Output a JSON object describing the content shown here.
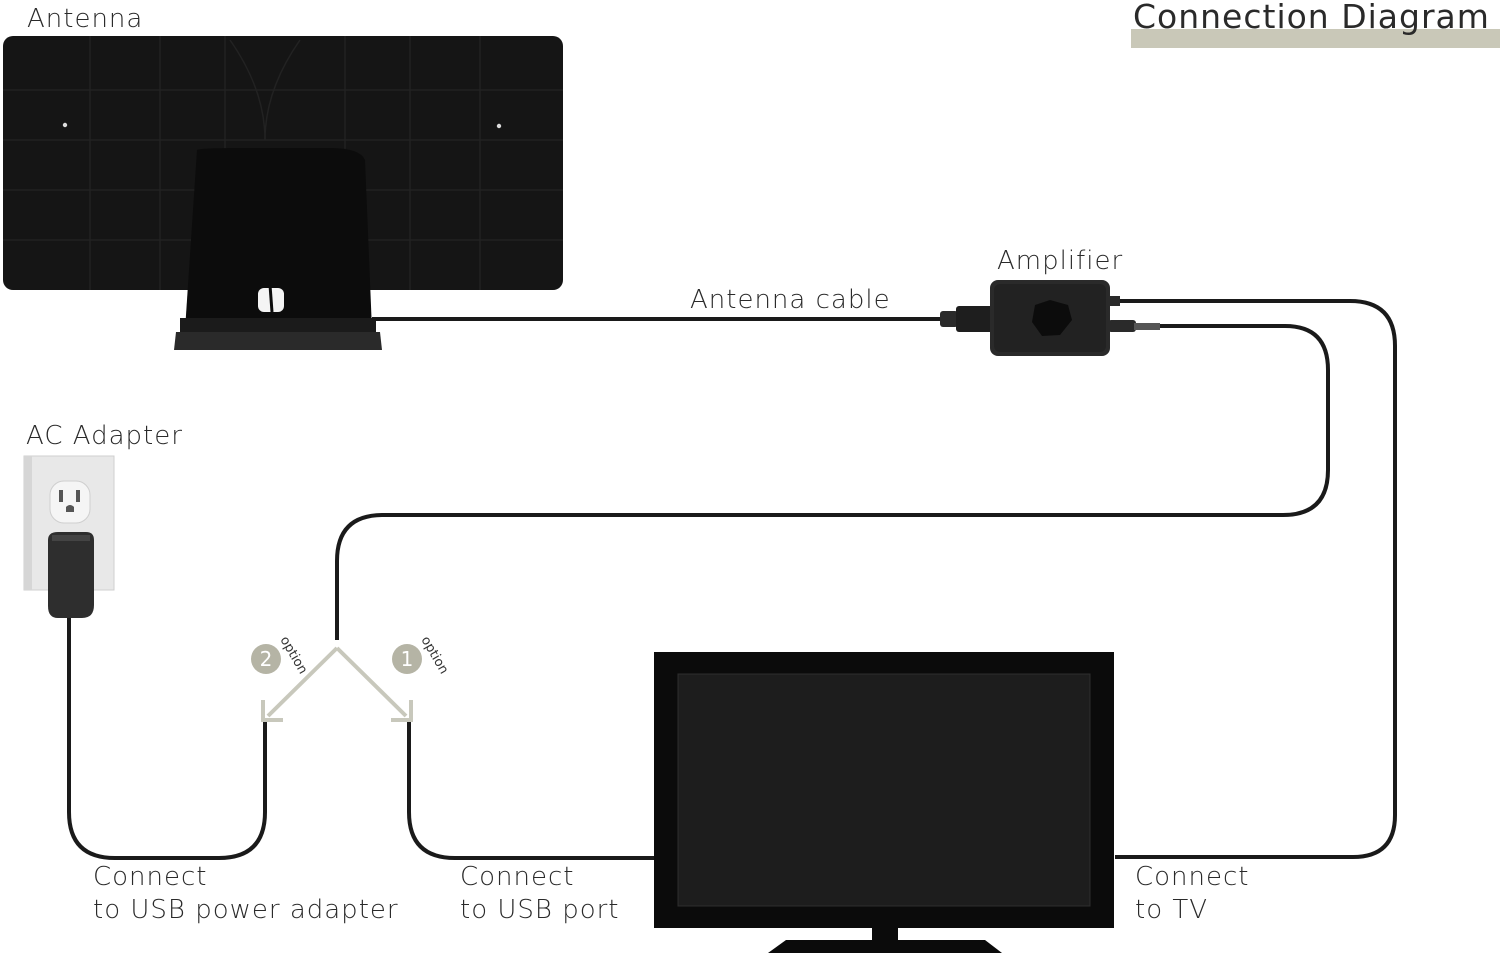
{
  "title": "Connection Diagram",
  "labels": {
    "antenna": "Antenna",
    "amplifier": "Amplifier",
    "antenna_cable": "Antenna cable",
    "ac_adapter": "AC Adapter",
    "usb_adapter_line1": "Connect",
    "usb_adapter_line2": "to USB power adapter",
    "usb_port_line1": "Connect",
    "usb_port_line2": "to USB port",
    "tv_line1": "Connect",
    "tv_line2": "to TV"
  },
  "options": [
    {
      "number": "2",
      "word": "option"
    },
    {
      "number": "1",
      "word": "option"
    }
  ],
  "colors": {
    "title_bar": "#c9c8b8",
    "cable": "#1a1a1a",
    "arrow": "#c8c8bc",
    "badge": "#b5b4a5"
  }
}
